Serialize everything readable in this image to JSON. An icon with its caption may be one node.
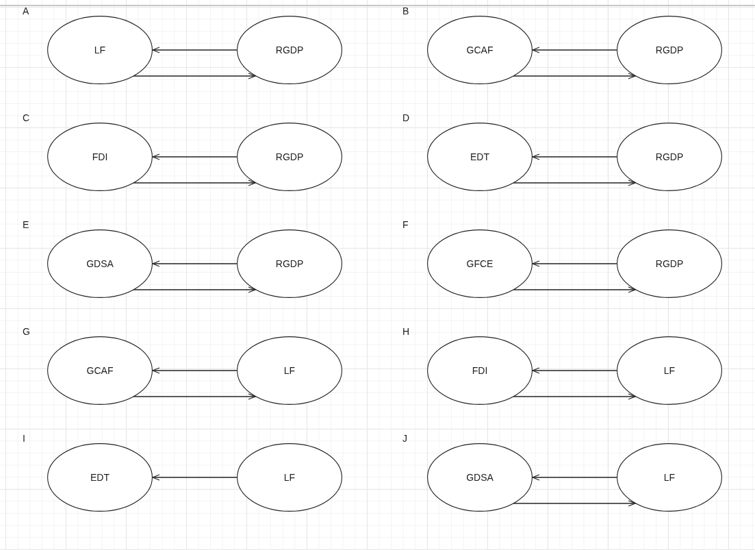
{
  "diagram": {
    "nodes": [
      {
        "text": [
          "LF"
        ]
      },
      {
        "text": [
          "RGDP"
        ]
      },
      {
        "text": [
          "GCAF"
        ]
      },
      {
        "text": [
          "RGDP"
        ]
      },
      {
        "text": [
          "FDI"
        ]
      },
      {
        "text": [
          "RGDP"
        ]
      },
      {
        "text": [
          "EDT"
        ]
      },
      {
        "text": [
          "RGDP"
        ]
      },
      {
        "text": [
          "GDSA"
        ]
      },
      {
        "text": [
          "RGDP"
        ]
      },
      {
        "text": [
          "GFCE"
        ]
      },
      {
        "text": [
          "RGDP"
        ]
      },
      {
        "text": [
          "GCAF"
        ]
      },
      {
        "text": [
          "LF"
        ]
      },
      {
        "text": [
          "FDI"
        ]
      },
      {
        "text": [
          "LF"
        ]
      },
      {
        "text": [
          "EDT"
        ]
      },
      {
        "text": [
          "LF"
        ]
      },
      {
        "text": [
          "GDSA"
        ]
      },
      {
        "text": [
          "LF"
        ]
      }
    ],
    "edges": [
      {
        "from": 1,
        "to": 0,
        "arrow": "to"
      },
      {
        "from": 0,
        "to": 1,
        "arrow": "to"
      },
      {
        "from": 3,
        "to": 2,
        "arrow": "to"
      },
      {
        "from": 2,
        "to": 3,
        "arrow": "to"
      },
      {
        "from": 5,
        "to": 4,
        "arrow": "to"
      },
      {
        "from": 4,
        "to": 5,
        "arrow": "to"
      },
      {
        "from": 7,
        "to": 6,
        "arrow": "to"
      },
      {
        "from": 6,
        "to": 7,
        "arrow": "to"
      },
      {
        "from": 9,
        "to": 8,
        "arrow": "to"
      },
      {
        "from": 8,
        "to": 9,
        "arrow": "to"
      },
      {
        "from": 11,
        "to": 10,
        "arrow": "to"
      },
      {
        "from": 10,
        "to": 11,
        "arrow": "to"
      },
      {
        "from": 13,
        "to": 12,
        "arrow": "to"
      },
      {
        "from": 12,
        "to": 13,
        "arrow": "to"
      },
      {
        "from": 15,
        "to": 14,
        "arrow": "to"
      },
      {
        "from": 14,
        "to": 15,
        "arrow": "to"
      },
      {
        "from": 17,
        "to": 16,
        "arrow": "to"
      },
      {
        "from": 19,
        "to": 18,
        "arrow": "to"
      },
      {
        "from": 18,
        "to": 19,
        "arrow": "to"
      }
    ],
    "labels": [
      "A",
      "B",
      "C",
      "D",
      "E",
      "F",
      "G",
      "H",
      "I",
      "J"
    ]
  }
}
